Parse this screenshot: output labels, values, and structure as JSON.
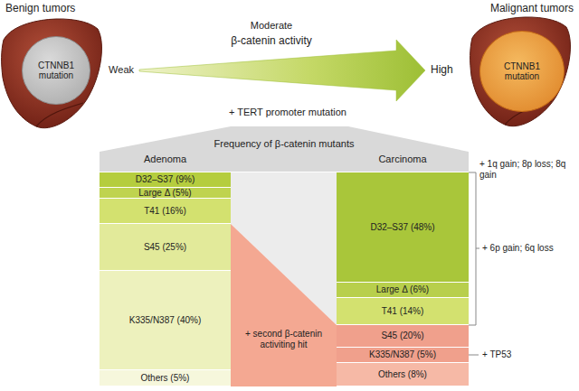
{
  "diagram": {
    "nodes": [
      {
        "text": [
          "CTNNB1 mutation"
        ]
      },
      {
        "text": [
          "CTNNB1 mutation"
        ]
      },
      {
        "text": [
          "Frequency of β-catenin mutants",
          "Adenoma",
          "Carcinoma"
        ]
      },
      {
        "text": [
          "D32–S37 (9%)"
        ]
      },
      {
        "text": [
          "Large Δ (5%)"
        ]
      },
      {
        "text": [
          "T41 (16%)"
        ]
      },
      {
        "text": [
          "S45 (25%)"
        ]
      },
      {
        "text": [
          "K335/N387 (40%)"
        ]
      },
      {
        "text": [
          "Others (5%)"
        ]
      },
      {
        "text": [
          "+ second β-catenin activiting hit"
        ]
      },
      {
        "text": [
          "D32–S37 (48%)"
        ]
      },
      {
        "text": [
          "Large Δ (6%)"
        ]
      },
      {
        "text": [
          "T41 (14%)"
        ]
      },
      {
        "text": [
          "S45 (20%)"
        ]
      },
      {
        "text": [
          "K335/N387 (5%)"
        ]
      },
      {
        "text": [
          "Others (8%)"
        ]
      }
    ],
    "labels": [
      "Benign tumors",
      "Malignant tumors",
      "Weak",
      "Moderate",
      "β-catenin activity",
      "High",
      "+ TERT promoter mutation",
      "+ 1q gain; 8p loss; 8q gain",
      "+ 6p gain; 6q loss",
      "+ TP53"
    ]
  }
}
